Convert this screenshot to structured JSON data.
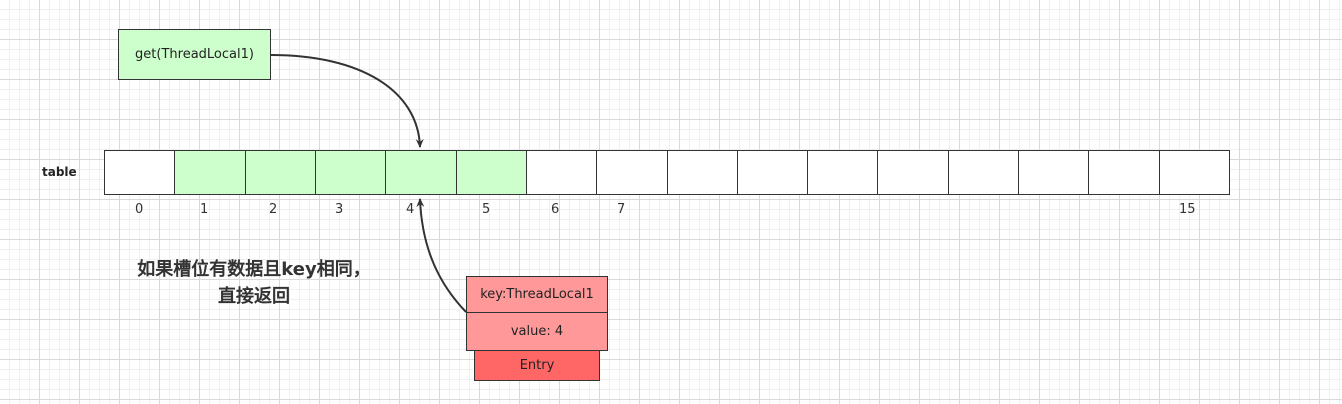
{
  "get_call": "get(ThreadLocal1)",
  "table": {
    "label": "table",
    "slot_count": 16,
    "filled_slots": [
      1,
      2,
      3,
      4,
      5
    ],
    "highlighted_slot": 4,
    "index_labels": [
      "0",
      "1",
      "2",
      "3",
      "4",
      "5",
      "6",
      "7",
      "15"
    ]
  },
  "note": {
    "line1": "如果槽位有数据且key相同，",
    "line2": "直接返回"
  },
  "entry": {
    "key": "key:ThreadLocal1",
    "value": "value: 4",
    "label": "Entry"
  },
  "colors": {
    "slot_filled": "#ccffcc",
    "entry_fields": "#ff9999",
    "entry_label": "#ff6666",
    "arrow": "#333333"
  }
}
